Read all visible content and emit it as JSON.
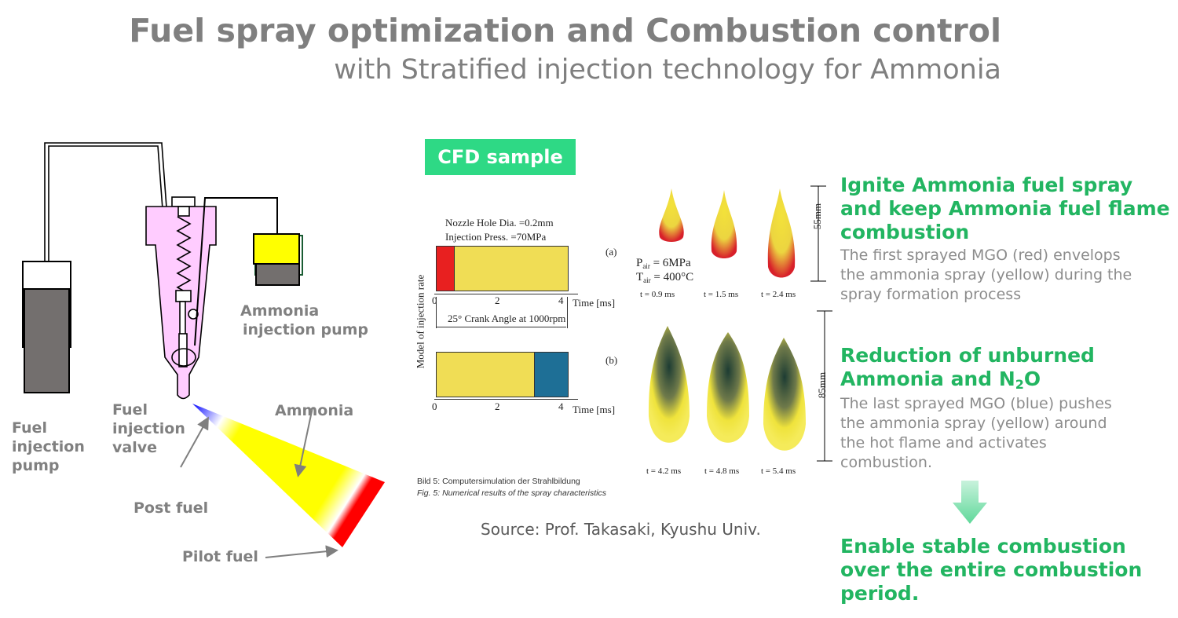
{
  "header": {
    "title": "Fuel spray optimization and Combustion control",
    "subtitle": "with Stratified injection technology for Ammonia"
  },
  "diagram": {
    "labels": {
      "fuel_pump": [
        "Fuel",
        "injection",
        "pump"
      ],
      "valve": [
        "Fuel",
        "injection",
        "valve"
      ],
      "ammonia_pump": [
        "Ammonia",
        "injection pump"
      ],
      "ammonia": "Ammonia",
      "post_fuel": "Post fuel",
      "pilot_fuel": "Pilot fuel"
    },
    "colors": {
      "injector": "#ffccff",
      "pump_body": "#736f6e",
      "ammonia": "#ffff00",
      "pilot": "#ff0000",
      "post": "#0000ff"
    }
  },
  "cfd": {
    "badge": "CFD sample",
    "nozzle": "Nozzle Hole Dia. =0.2mm",
    "press": "Injection Press. =70MPa",
    "ylabel": "Model of injection rate",
    "xlabel": "Time  [ms]",
    "ticks": [
      "0",
      "2",
      "4"
    ],
    "case_a": "(a)",
    "case_b": "(b)",
    "crank": "25° Crank Angle at 1000rpm",
    "p_air": "P",
    "p_air_sub": "air",
    "p_air_val": " = 6MPa",
    "t_air": "T",
    "t_air_sub": "air",
    "t_air_val": " = 400°C",
    "times_a": [
      "t = 0.9 ms",
      "t = 1.5 ms",
      "t = 2.4 ms"
    ],
    "times_b": [
      "t = 4.2 ms",
      "t = 4.8 ms",
      "t = 5.4 ms"
    ],
    "scale_a": "55mm",
    "scale_b": "85mm",
    "caption_de": "Bild 5: Computersimulation  der Strahlbildung",
    "caption_en": "Fig. 5: Numerical results of the spray characteristics",
    "source": "Source: Prof. Takasaki, Kyushu Univ."
  },
  "points": {
    "p1_title": [
      "Ignite Ammonia fuel spray",
      "and keep Ammonia fuel flame",
      "combustion"
    ],
    "p1_body": [
      "The first sprayed MGO (red) envelops",
      "the ammonia spray (yellow) during the",
      "spray formation process"
    ],
    "p2_title_1": "Reduction of unburned",
    "p2_title_2a": "Ammonia and N",
    "p2_title_2sub": "2",
    "p2_title_2b": "O",
    "p2_body": [
      "The last sprayed MGO (blue) pushes",
      "the ammonia spray (yellow) around",
      "the hot flame and activates",
      "combustion."
    ],
    "conclusion": [
      "Enable stable combustion",
      "over the entire combustion",
      "period."
    ]
  }
}
